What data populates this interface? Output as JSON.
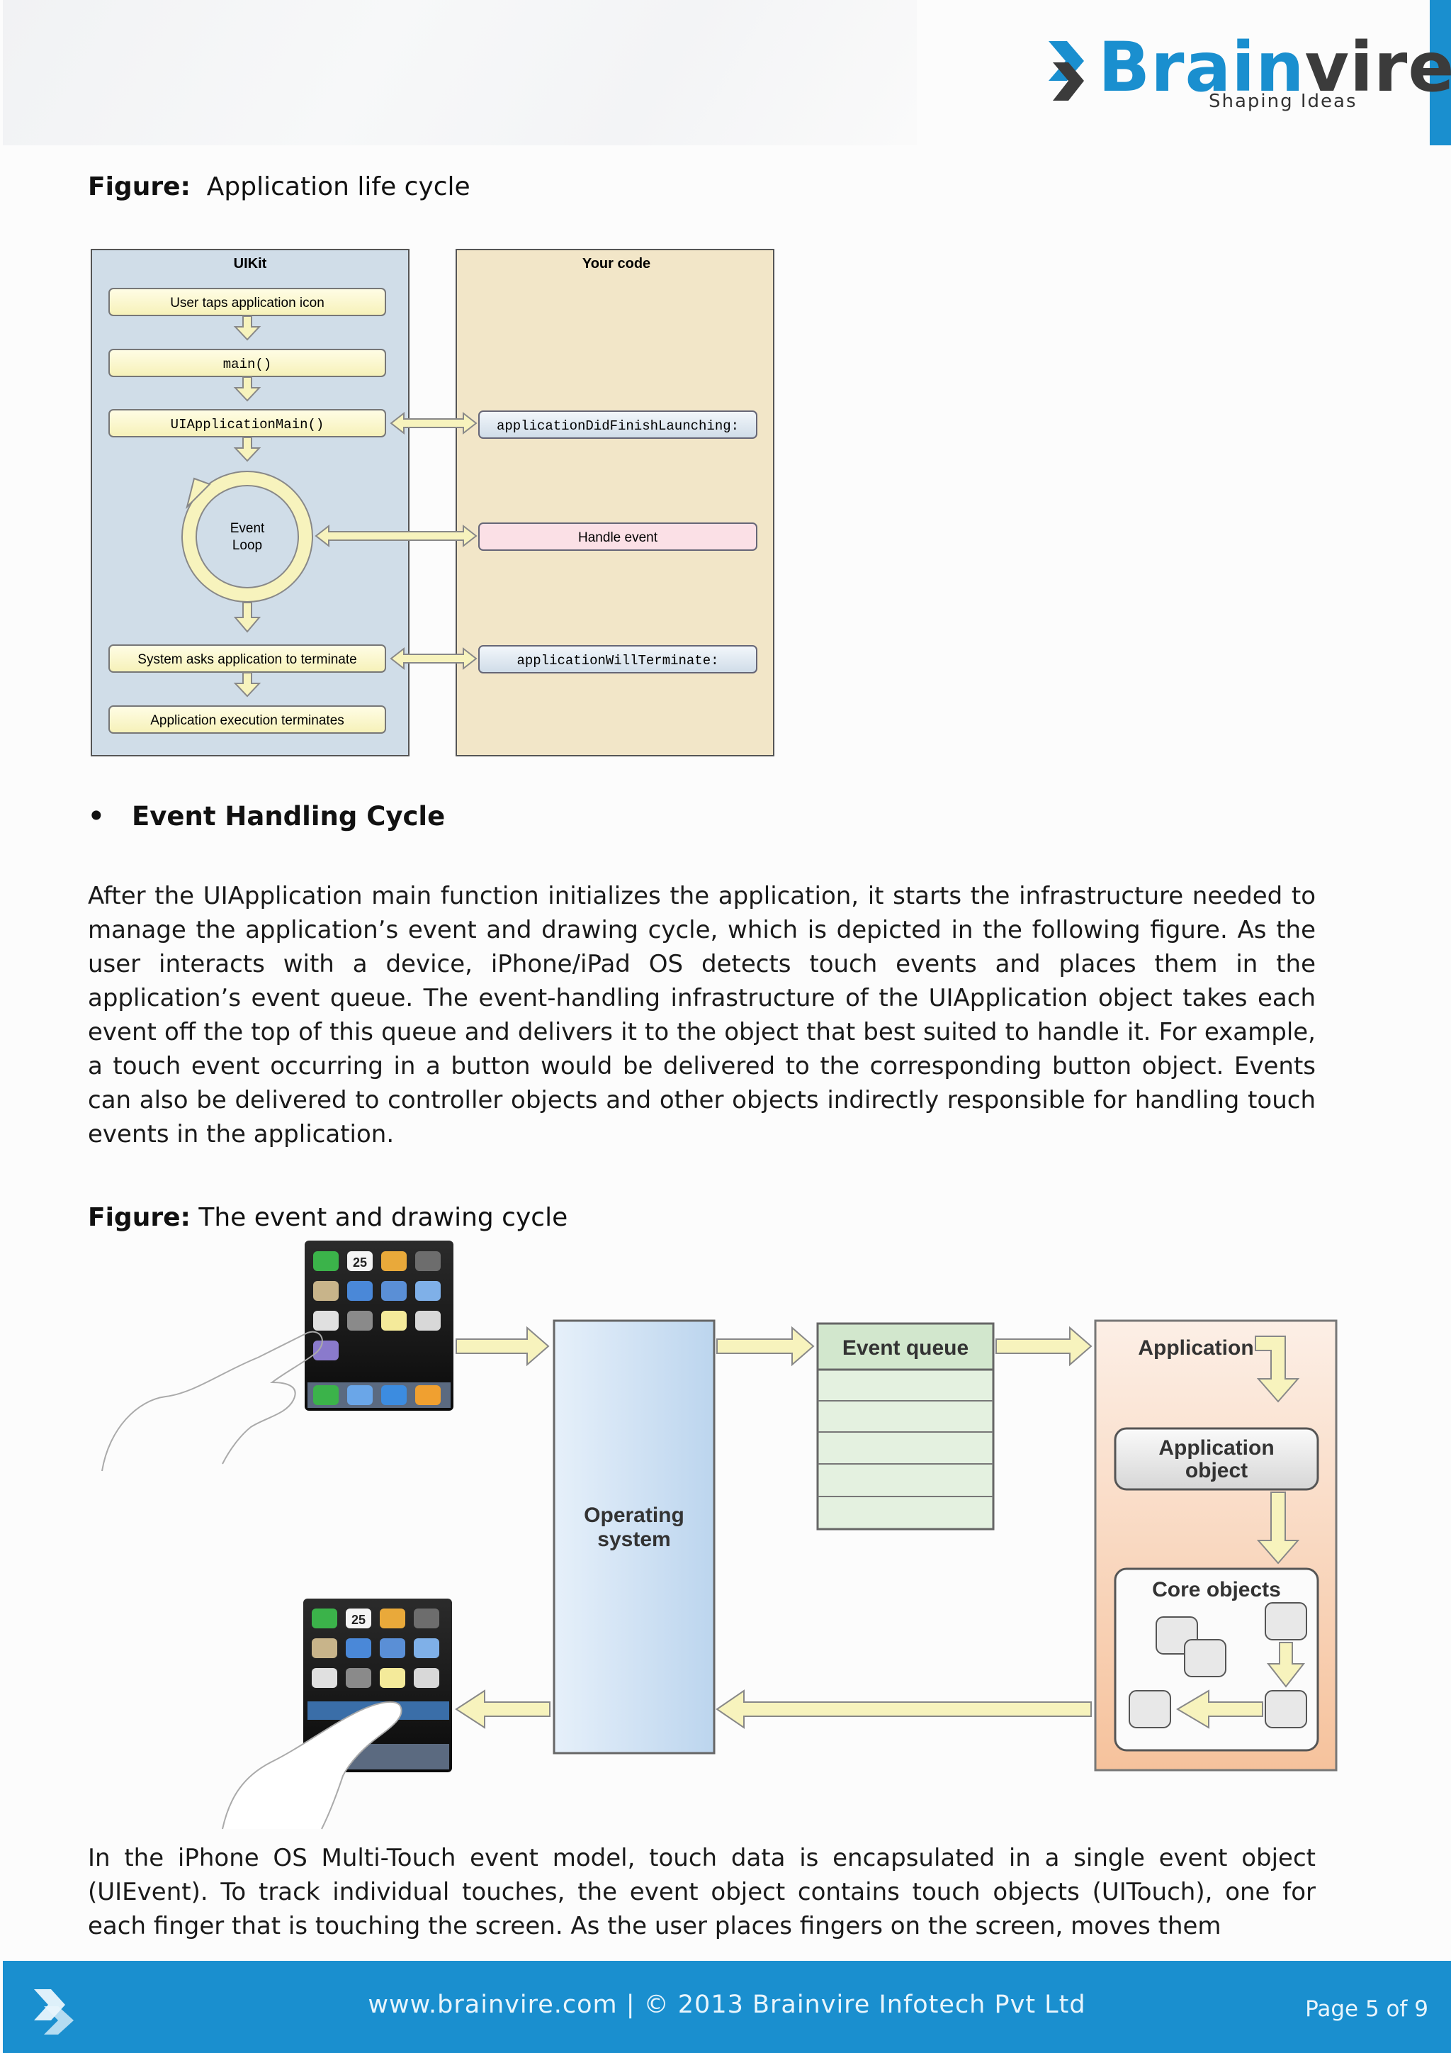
{
  "header": {
    "logo_word_a": "Brain",
    "logo_word_b": "vire",
    "logo_tagline": "Shaping Ideas"
  },
  "figure1": {
    "caption_label": "Figure:",
    "caption_text": "Application life cycle",
    "left_panel_title": "UIKit",
    "right_panel_title": "Your code",
    "steps": [
      "User taps application icon",
      "main()",
      "UIApplicationMain()",
      "System asks application to terminate",
      "Application execution terminates"
    ],
    "event_loop_line1": "Event",
    "event_loop_line2": "Loop",
    "callbacks": [
      "applicationDidFinishLaunching:",
      "Handle event",
      "applicationWillTerminate:"
    ]
  },
  "section": {
    "heading": "Event Handling Cycle"
  },
  "paragraph1": "After the UIApplication main function initializes the application, it starts the infrastructure needed to manage the application’s event and drawing cycle, which is depicted in the following figure. As the user interacts with a device, iPhone/iPad OS detects touch events and places them in the application’s event queue. The event-handling infrastructure of the UIApplication object takes each event off the top of this queue and delivers it to the object that best suited to handle it. For example, a touch event occurring in a button would be delivered to the corresponding button object. Events can also be delivered to controller objects and other objects indirectly responsible for handling touch events in the application.",
  "figure2": {
    "caption_label": "Figure:",
    "caption_text": "The event and drawing cycle",
    "os_line1": "Operating",
    "os_line2": "system",
    "queue_title": "Event queue",
    "app_title": "Application",
    "app_object_line1": "Application",
    "app_object_line2": "object",
    "core_objects": "Core objects",
    "phone_date": "25"
  },
  "paragraph2": "In the iPhone OS Multi-Touch event model, touch data is encapsulated in a single event object (UIEvent). To track individual touches, the event object contains touch objects (UITouch), one for each finger that is touching the screen. As the user places fingers on the screen, moves them",
  "footer": {
    "text": "www.brainvire.com | © 2013 Brainvire Infotech Pvt Ltd",
    "page": "Page 5 of 9"
  },
  "colors": {
    "brand_blue": "#1a8fcf",
    "brand_dark": "#3b3b3b",
    "uikit_panel": "#d0dde8",
    "code_panel": "#f2e6c8",
    "step_box": "#fdfbd6",
    "handle_event_box": "#fbe0e6",
    "os_box": "#cfe2f3",
    "queue_box": "#e4f1e0",
    "app_panel": "#f7cba6"
  }
}
